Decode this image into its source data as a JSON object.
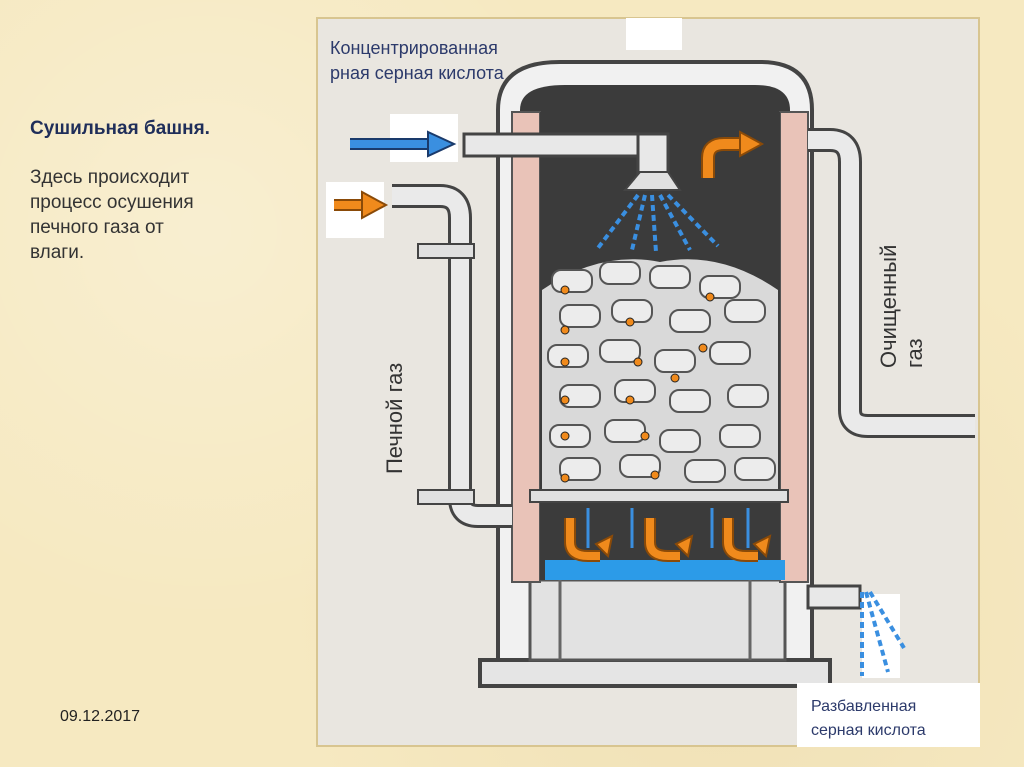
{
  "slide": {
    "title": "Сушильная башня.",
    "description": "Здесь происходит\nпроцесс осушения\nпечного газа от\nвлаги.",
    "date": "09.12.2017"
  },
  "diagram": {
    "label_top": "Концентрированная\nрная серная кислота",
    "label_left_vertical": "Печной газ",
    "label_right_vertical": "Очищенный\nгаз",
    "label_bottom": "Разбавленная\nсерная кислота",
    "colors": {
      "acid_arrow": "#3a8fe0",
      "gas_arrow": "#f08a1c",
      "liquid": "#2c9be8",
      "tower_fill": "#3b3b3b",
      "packing": "#cfcfcf"
    }
  }
}
